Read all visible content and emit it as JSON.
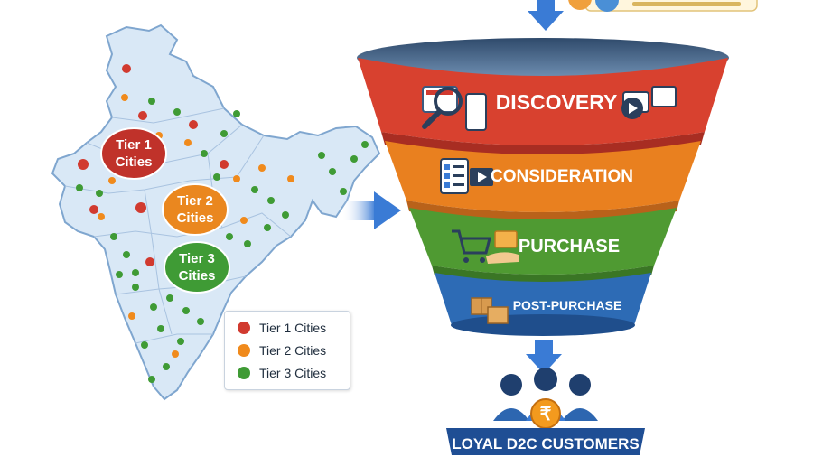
{
  "map": {
    "tier1_label_line1": "Tier 1",
    "tier1_label_line2": "Cities",
    "tier2_label_line1": "Tier 2",
    "tier2_label_line2": "Cities",
    "tier3_label_line1": "Tier 3",
    "tier3_label_line2": "Cities"
  },
  "legend": {
    "items": [
      {
        "label": "Tier 1 Cities",
        "color": "#d13a2f"
      },
      {
        "label": "Tier 2 Cities",
        "color": "#f08a1c"
      },
      {
        "label": "Tier 3 Cities",
        "color": "#3f9b35"
      }
    ]
  },
  "funnel": {
    "stages": [
      {
        "label": "DISCOVERY",
        "color": "#d8412f"
      },
      {
        "label": "CONSIDERATION",
        "color": "#e9801f"
      },
      {
        "label": "PURCHASE",
        "color": "#4f9a32"
      },
      {
        "label": "POST-PURCHASE",
        "color": "#2d6bb5"
      }
    ]
  },
  "result": {
    "banner": "LOYAL D2C CUSTOMERS",
    "currency_symbol": "₹"
  },
  "colors": {
    "map_fill": "#d9e8f6",
    "map_stroke": "#7fa6cf",
    "arrow": "#3a7bd5",
    "banner": "#1f4e94"
  }
}
